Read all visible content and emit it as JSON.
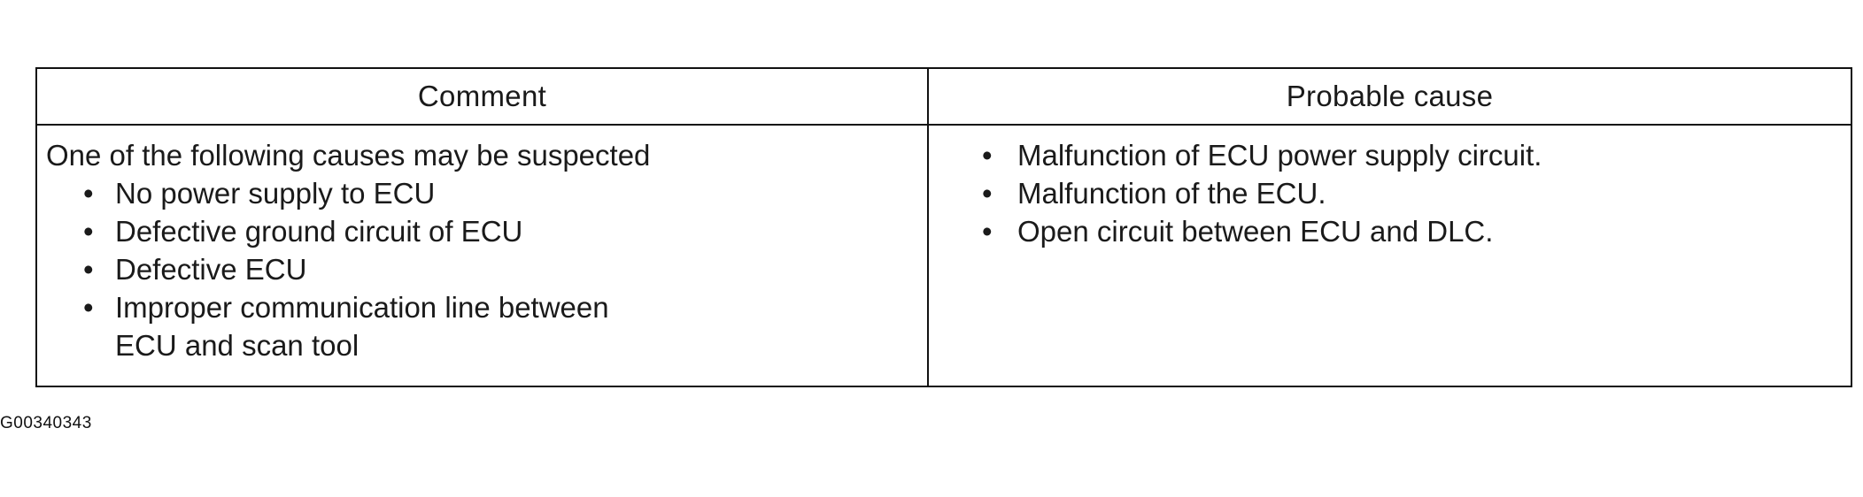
{
  "table": {
    "headers": {
      "comment": "Comment",
      "probable_cause": "Probable cause"
    },
    "comment": {
      "intro": "One of the following causes may be suspected",
      "bullets": [
        "No power supply to ECU",
        "Defective ground circuit of ECU",
        "Defective ECU",
        "Improper communication line between",
        "ECU and scan tool"
      ]
    },
    "probable_cause": {
      "bullets": [
        "Malfunction of ECU power supply circuit.",
        "Malfunction of the ECU.",
        "Open circuit between ECU and DLC."
      ]
    },
    "bullet_glyph": "•"
  },
  "figure_code": "G00340343"
}
